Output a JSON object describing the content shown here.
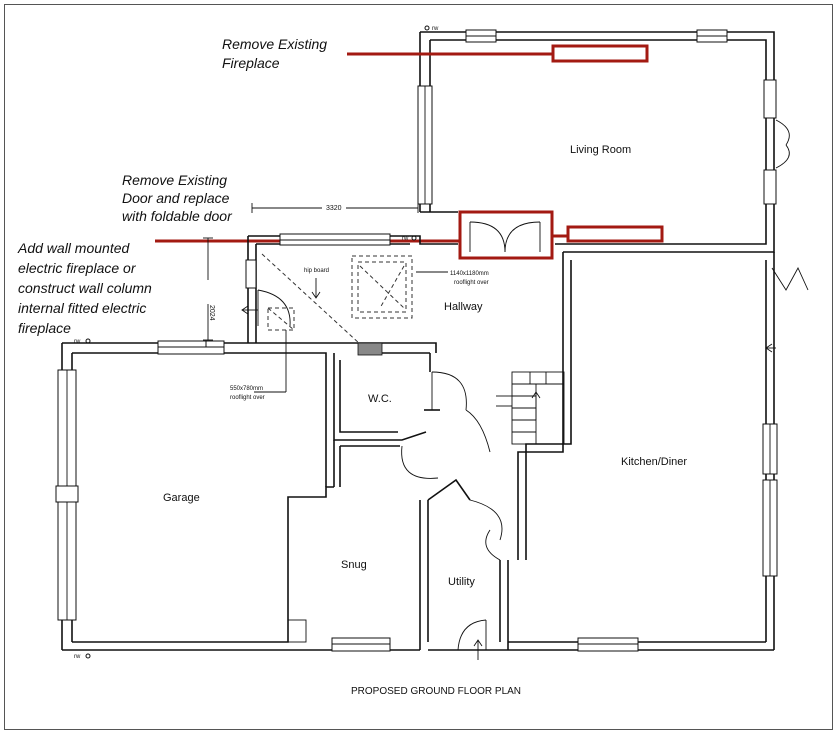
{
  "plan": {
    "title": "PROPOSED GROUND FLOOR PLAN",
    "rooms": {
      "living_room": "Living Room",
      "hallway": "Hallway",
      "wc": "W.C.",
      "garage": "Garage",
      "kitchen_diner": "Kitchen/Diner",
      "snug": "Snug",
      "utility": "Utility"
    },
    "notes": {
      "hip_board": "hip board",
      "rooflight_hall_1": "1140x1180mm",
      "rooflight_hall_2": "rooflight over",
      "rooflight_small_1": "550x780mm",
      "rooflight_small_2": "rooflight over"
    },
    "dimensions": {
      "width": "3320",
      "height": "2024"
    },
    "rw_markers": [
      "rw",
      "rw",
      "rw",
      "rw"
    ]
  },
  "annotations": {
    "fireplace_remove": [
      "Remove Existing",
      "Fireplace"
    ],
    "door_replace": [
      "Remove Existing",
      "Door and replace",
      "with foldable door"
    ],
    "fireplace_add": [
      "Add wall mounted",
      "electric fireplace or",
      "construct wall column",
      "internal fitted electric",
      "fireplace"
    ]
  },
  "colors": {
    "annotation_red": "#a31a12",
    "line": "#111111"
  }
}
